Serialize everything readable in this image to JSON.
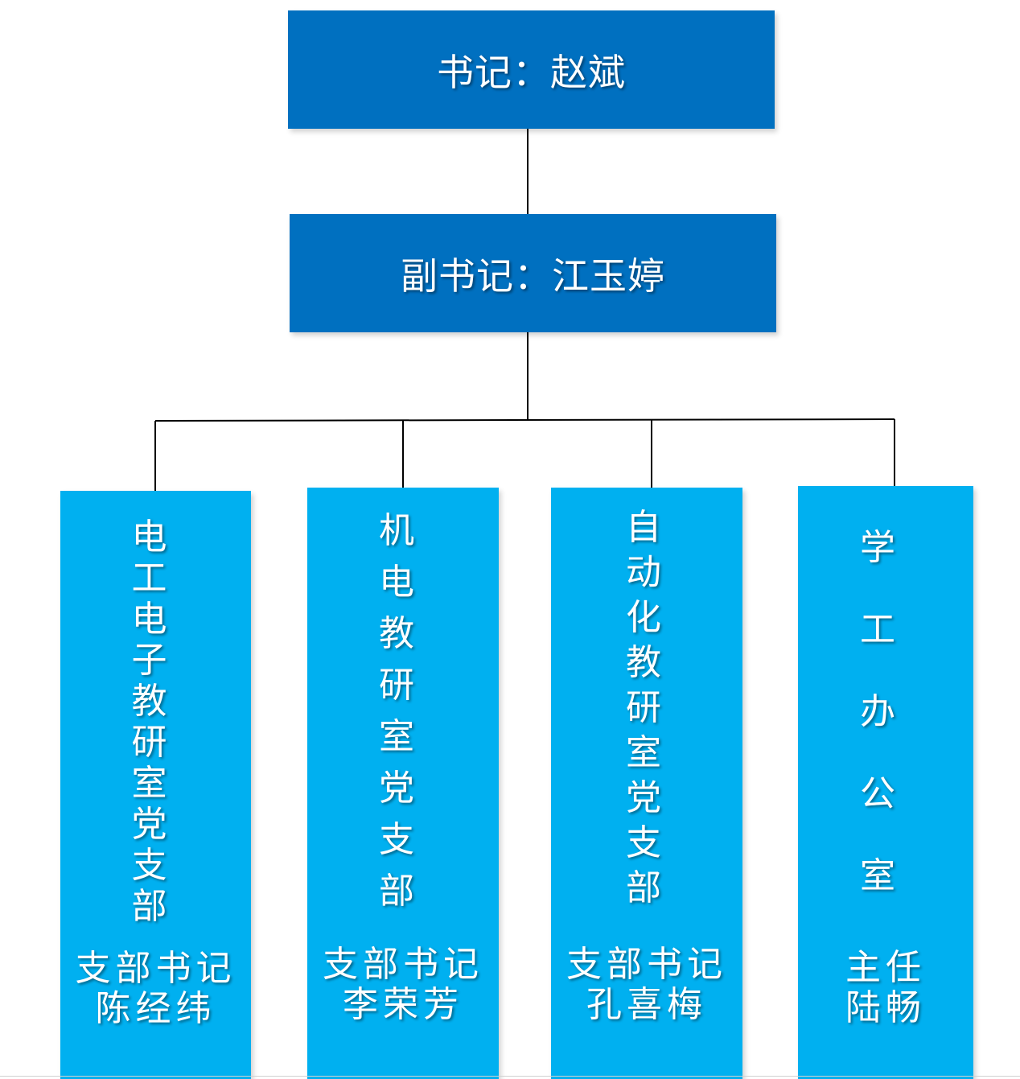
{
  "top": {
    "secretary": "书记：赵斌",
    "deputy": "副书记：江玉婷"
  },
  "columns": [
    {
      "title_chars": [
        "电",
        "工",
        "电",
        "子",
        "教",
        "研",
        "室",
        "党",
        "支",
        "部"
      ],
      "role": "支部书记",
      "person": "陈经纬"
    },
    {
      "title_chars": [
        "机",
        "电",
        "教",
        "研",
        "室",
        "党",
        "支",
        "部"
      ],
      "role": "支部书记",
      "person": "李荣芳"
    },
    {
      "title_chars": [
        "自",
        "动",
        "化",
        "教",
        "研",
        "室",
        "党",
        "支",
        "部"
      ],
      "role": "支部书记",
      "person": "孔喜梅"
    },
    {
      "title_chars": [
        "学",
        "工",
        "办",
        "公",
        "室"
      ],
      "role": "主任",
      "person": "陆畅"
    }
  ],
  "colors": {
    "top_box": "#0070c0",
    "column_box": "#00b0f0",
    "connector": "#000000",
    "text": "#ffffff"
  }
}
